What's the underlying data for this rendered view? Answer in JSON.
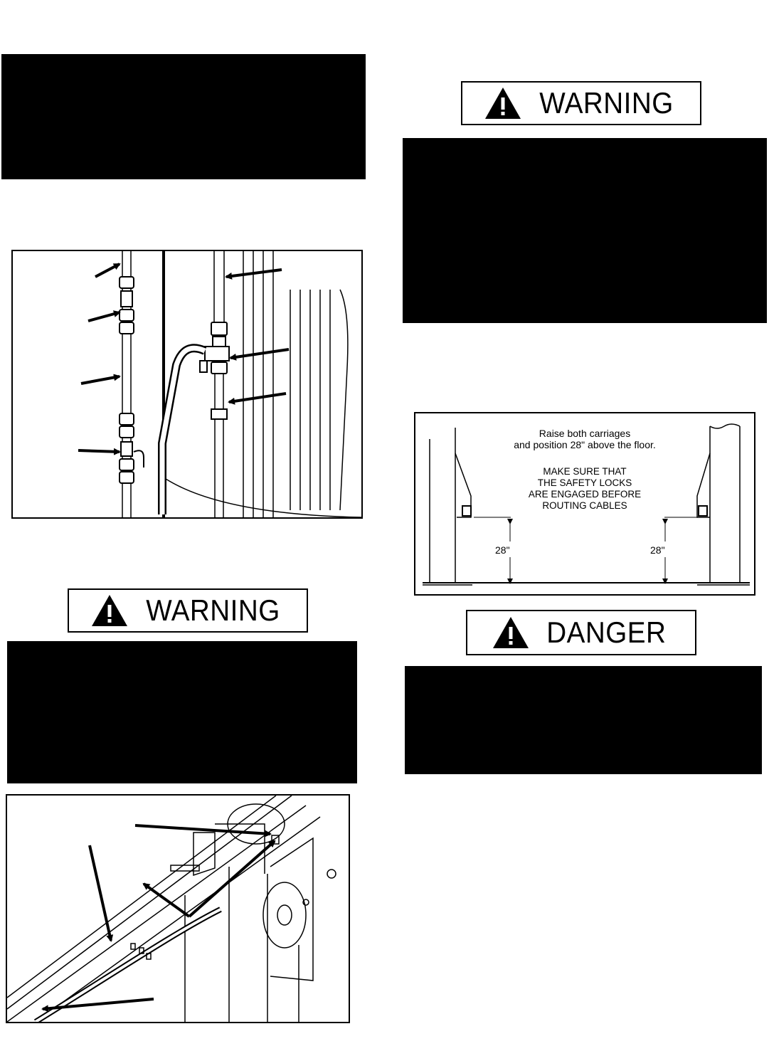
{
  "signals": {
    "warning_top": {
      "word": "WARNING"
    },
    "warning_bottom": {
      "word": "WARNING"
    },
    "danger": {
      "word": "DANGER"
    }
  },
  "carriage_diagram": {
    "instruction_1": "Raise both carriages",
    "instruction_2": "and position 28\" above the floor.",
    "caution_1": "MAKE SURE THAT",
    "caution_2": "THE SAFETY LOCKS",
    "caution_3": "ARE ENGAGED BEFORE",
    "caution_4": "ROUTING CABLES",
    "left_dimension": "28\"",
    "right_dimension": "28\""
  },
  "colors": {
    "ink": "#000000",
    "paper": "#ffffff"
  },
  "icons": [
    "warning-triangle-icon",
    "danger-triangle-icon"
  ]
}
